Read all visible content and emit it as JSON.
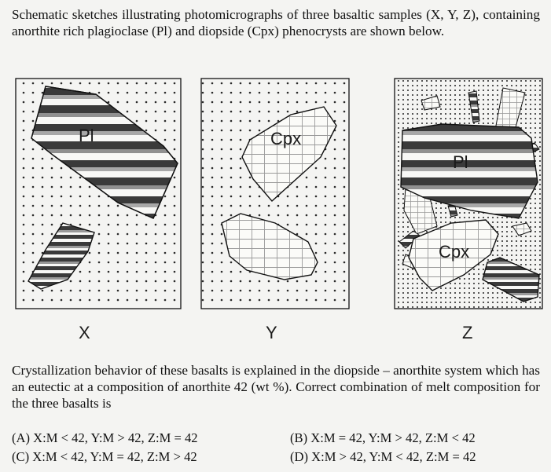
{
  "intro_text": "Schematic sketches illustrating photomicrographs of three basaltic samples (X, Y, Z), containing anorthite rich plagioclase (Pl) and diopside (Cpx) phenocrysts are shown below.",
  "panels": [
    {
      "label": "X",
      "minerals": [
        "Pl"
      ]
    },
    {
      "label": "Y",
      "minerals": [
        "Cpx"
      ]
    },
    {
      "label": "Z",
      "minerals": [
        "Pl",
        "Cpx"
      ]
    }
  ],
  "question_text": "Crystallization behavior of these basalts is explained in the diopside – anorthite system which has an eutectic at a composition of anorthite 42 (wt %). Correct combination of melt composition for the three basalts is",
  "options": {
    "A": "(A) X:M < 42, Y:M > 42, Z:M = 42",
    "B": "(B) X:M = 42, Y:M > 42, Z:M < 42",
    "C": "(C) X:M < 42, Y:M = 42, Z:M > 42",
    "D": "(D) X:M > 42, Y:M < 42, Z:M = 42"
  },
  "colors": {
    "ink": "#111111",
    "dot": "#2a2a2a",
    "stripe_dark": "#3a3a3a",
    "stripe_mid": "#909090",
    "paper": "#f4f4f2"
  }
}
